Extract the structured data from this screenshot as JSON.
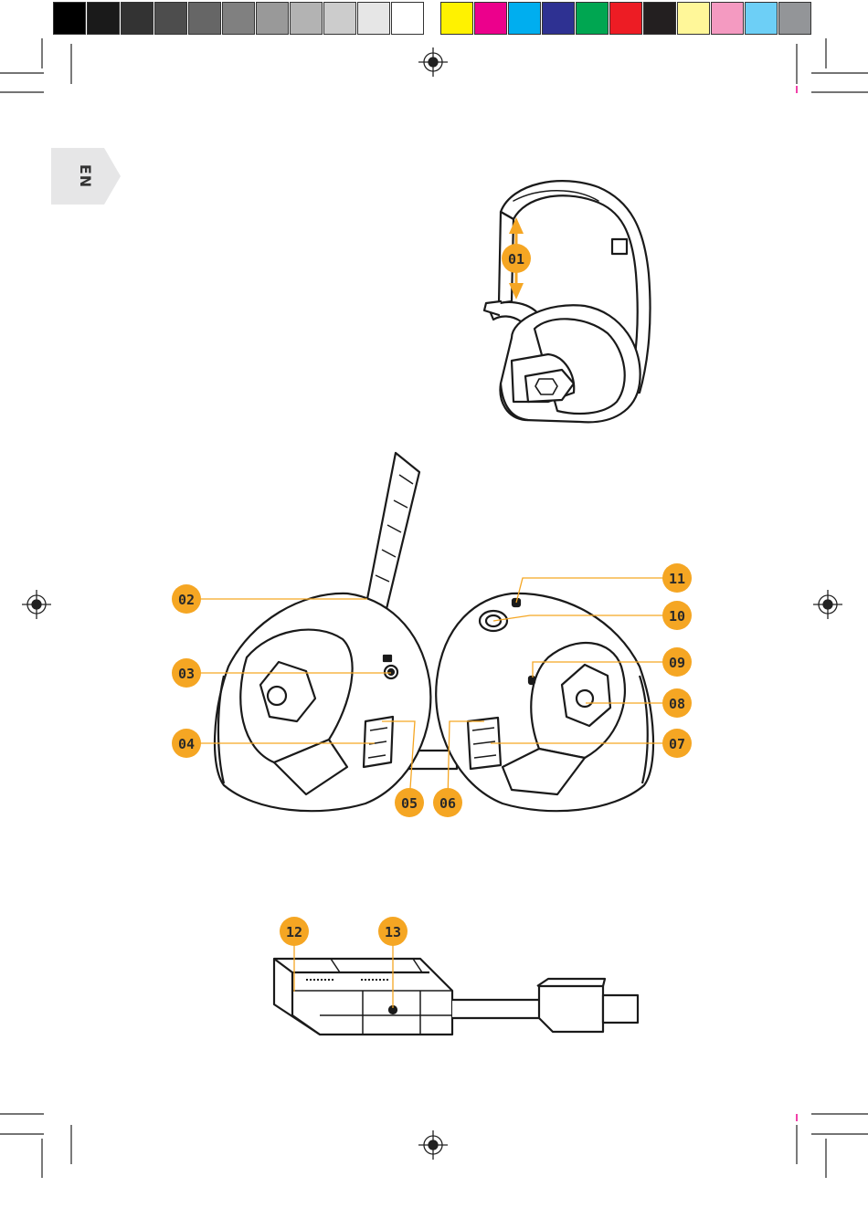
{
  "language_tab": {
    "label": "EN",
    "color": "#e6e6e7"
  },
  "accent_color": "#f5a623",
  "grayscale_bar": [
    "#000000",
    "#1a1a1a",
    "#333333",
    "#4d4d4d",
    "#666666",
    "#808080",
    "#999999",
    "#b3b3b3",
    "#cccccc",
    "#e6e6e6",
    "#ffffff"
  ],
  "color_bar": [
    "#fff200",
    "#ec008c",
    "#00aeef",
    "#2e3192",
    "#00a651",
    "#ed1c24",
    "#231f20",
    "#fff799",
    "#f49ac1",
    "#6dcff6",
    "#939598"
  ],
  "callouts": {
    "c01": "01",
    "c02": "02",
    "c03": "03",
    "c04": "04",
    "c05": "05",
    "c06": "06",
    "c07": "07",
    "c08": "08",
    "c09": "09",
    "c10": "10",
    "c11": "11",
    "c12": "12",
    "c13": "13"
  }
}
